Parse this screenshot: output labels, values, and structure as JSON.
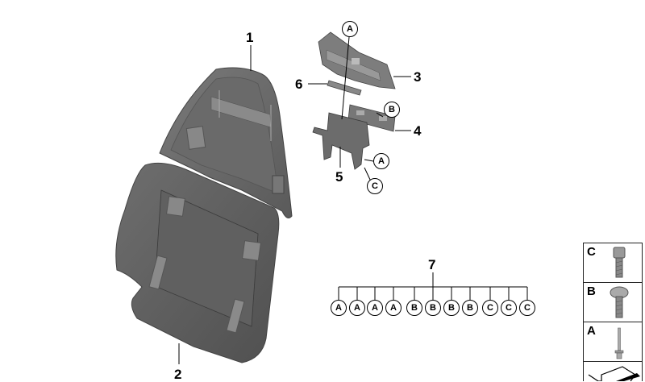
{
  "diagram": {
    "type": "exploded-parts-diagram",
    "subject": "Seat backrest shell / trim panel assembly",
    "callouts": [
      {
        "number": "1",
        "part": "Upper backrest panel"
      },
      {
        "number": "2",
        "part": "Lower backrest panel"
      },
      {
        "number": "3",
        "part": "Upper bracket / holder"
      },
      {
        "number": "4",
        "part": "Mounting plate"
      },
      {
        "number": "5",
        "part": "Support bracket"
      },
      {
        "number": "6",
        "part": "Strip / clip"
      },
      {
        "number": "7",
        "part": "Fastener set"
      }
    ],
    "fastener_refs_on_parts": [
      {
        "near": "3",
        "letter": "A"
      },
      {
        "near": "4",
        "letter": "B"
      },
      {
        "near": "5",
        "letter": "A"
      },
      {
        "near": "5",
        "letter": "C"
      }
    ],
    "kit_7": {
      "label": "7",
      "items": [
        "A",
        "A",
        "A",
        "A",
        "B",
        "B",
        "B",
        "B",
        "C",
        "C",
        "C"
      ]
    },
    "legend": [
      {
        "letter": "C",
        "icon": "socket-head-cap-screw-icon"
      },
      {
        "letter": "B",
        "icon": "button-head-screw-icon"
      },
      {
        "letter": "A",
        "icon": "blind-rivet-icon"
      },
      {
        "letter": "",
        "icon": "wedge-block-icon"
      }
    ]
  }
}
